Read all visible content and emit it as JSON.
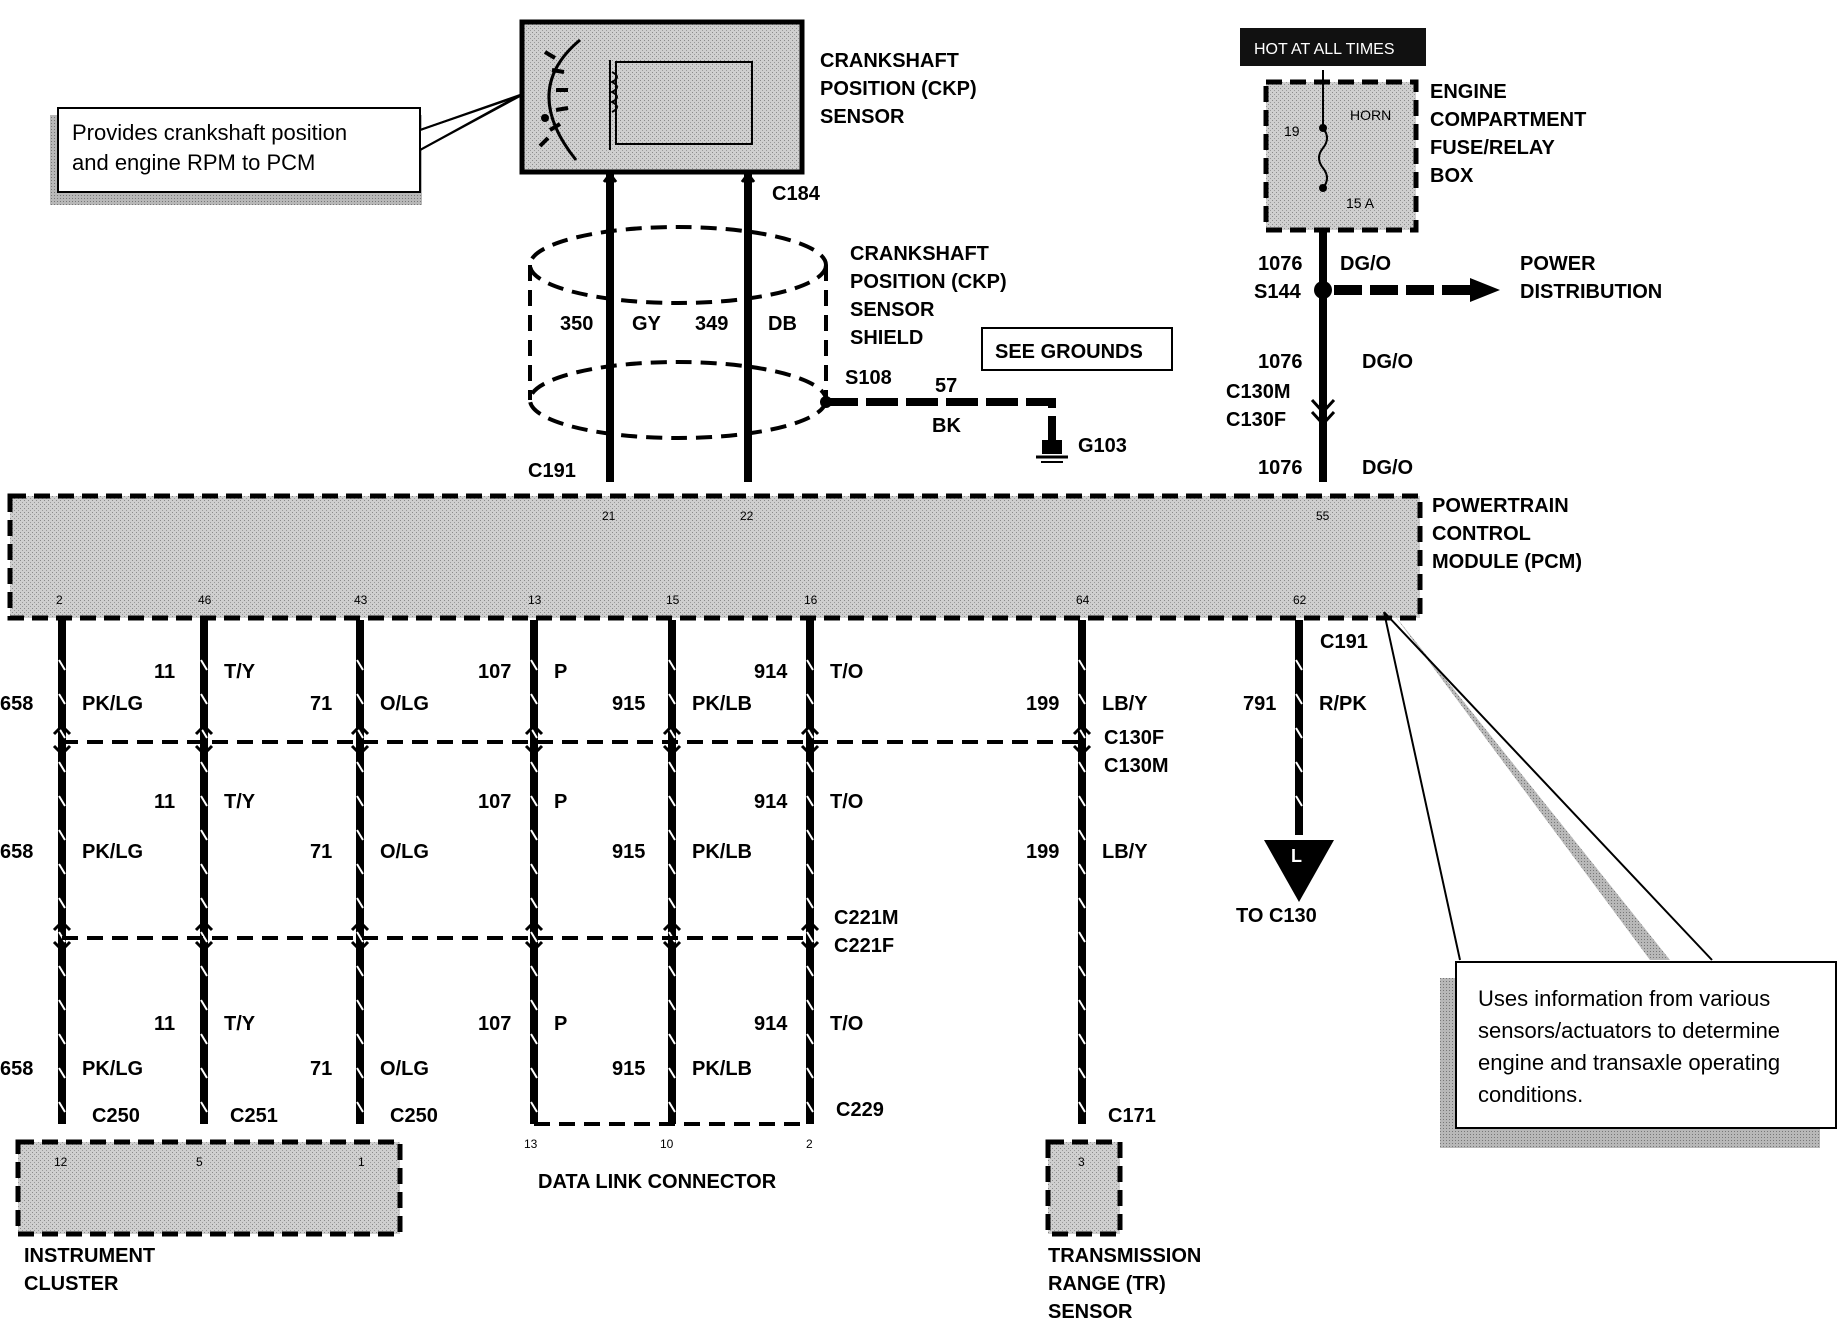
{
  "colors": {
    "ink": "#000000",
    "module_fill": "#c6c6c6",
    "shadow": "#a0a0a0",
    "page": "#ffffff"
  },
  "callout_left": {
    "line1": "Provides crankshaft position",
    "line2": "and engine RPM to PCM"
  },
  "callout_right": {
    "line1": "Uses information from various",
    "line2": "sensors/actuators to determine",
    "line3": "engine and transaxle operating",
    "line4": "conditions."
  },
  "ckp_sensor": {
    "line1": "CRANKSHAFT",
    "line2": "POSITION (CKP)",
    "line3": "SENSOR",
    "connector": "C184"
  },
  "shield": {
    "line1": "CRANKSHAFT",
    "line2": "POSITION (CKP)",
    "line3": "SENSOR",
    "line4": "SHIELD",
    "splice": "S108",
    "wire_num": "57",
    "wire_color": "BK",
    "ground": "G103",
    "connector_bottom": "C191"
  },
  "shield_wires": [
    {
      "num": "350",
      "color": "GY"
    },
    {
      "num": "349",
      "color": "DB"
    }
  ],
  "see_grounds": "SEE GROUNDS",
  "hot_label": "HOT AT ALL TIMES",
  "fuse_box": {
    "line1": "ENGINE",
    "line2": "COMPARTMENT",
    "line3": "FUSE/RELAY",
    "line4": "BOX",
    "fuse_num": "19",
    "fuse_name": "HORN",
    "amps": "15 A"
  },
  "power": {
    "wire_num": "1076",
    "wire_color": "DG/O",
    "splice": "S144",
    "dist1": "POWER",
    "dist2": "DISTRIBUTION",
    "c130m": "C130M",
    "c130f": "C130F"
  },
  "pcm": {
    "line1": "POWERTRAIN",
    "line2": "CONTROL",
    "line3": "MODULE (PCM)",
    "top_pins": [
      "21",
      "22",
      "55"
    ],
    "bottom_pins": [
      "2",
      "46",
      "43",
      "13",
      "15",
      "16",
      "64",
      "62"
    ],
    "connector": "C191"
  },
  "wires": [
    {
      "num": "658",
      "color": "PK/LG"
    },
    {
      "num": "11",
      "color": "T/Y"
    },
    {
      "num": "71",
      "color": "O/LG"
    },
    {
      "num": "107",
      "color": "P"
    },
    {
      "num": "915",
      "color": "PK/LB"
    },
    {
      "num": "914",
      "color": "T/O"
    },
    {
      "num": "199",
      "color": "LB/Y"
    },
    {
      "num": "791",
      "color": "R/PK"
    }
  ],
  "connectors": {
    "c130f": "C130F",
    "c130m": "C130M",
    "c221m": "C221M",
    "c221f": "C221F",
    "c250a": "C250",
    "c251": "C251",
    "c250b": "C250",
    "c229": "C229",
    "c171": "C171"
  },
  "to_c130": {
    "arrow_letter": "L",
    "label": "TO C130"
  },
  "instrument_cluster": {
    "line1": "INSTRUMENT",
    "line2": "CLUSTER",
    "pins": [
      "12",
      "5",
      "1"
    ]
  },
  "dlc": {
    "label": "DATA LINK CONNECTOR",
    "pins": [
      "13",
      "10",
      "2"
    ]
  },
  "tr_sensor": {
    "line1": "TRANSMISSION",
    "line2": "RANGE (TR)",
    "line3": "SENSOR",
    "pin": "3"
  }
}
